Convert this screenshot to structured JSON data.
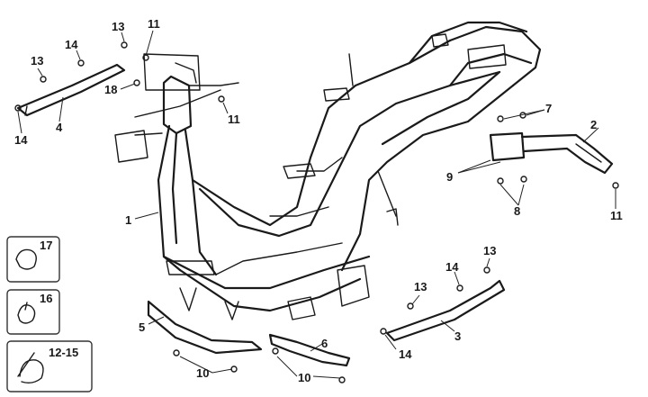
{
  "callouts": {
    "c1": "1",
    "c2": "2",
    "c3": "3",
    "c4": "4",
    "c5": "5",
    "c6": "6",
    "c7": "7",
    "c8": "8",
    "c9": "9",
    "c10a": "10",
    "c10b": "10",
    "c11a": "11",
    "c11b": "11",
    "c11c": "11",
    "c13a": "13",
    "c13b": "13",
    "c13c": "13",
    "c14a": "14",
    "c14b": "14",
    "c14c": "14",
    "c14d": "14",
    "c18": "18"
  },
  "legend_boxes": {
    "box17": "17",
    "box16": "16",
    "box1215": "12-15"
  }
}
